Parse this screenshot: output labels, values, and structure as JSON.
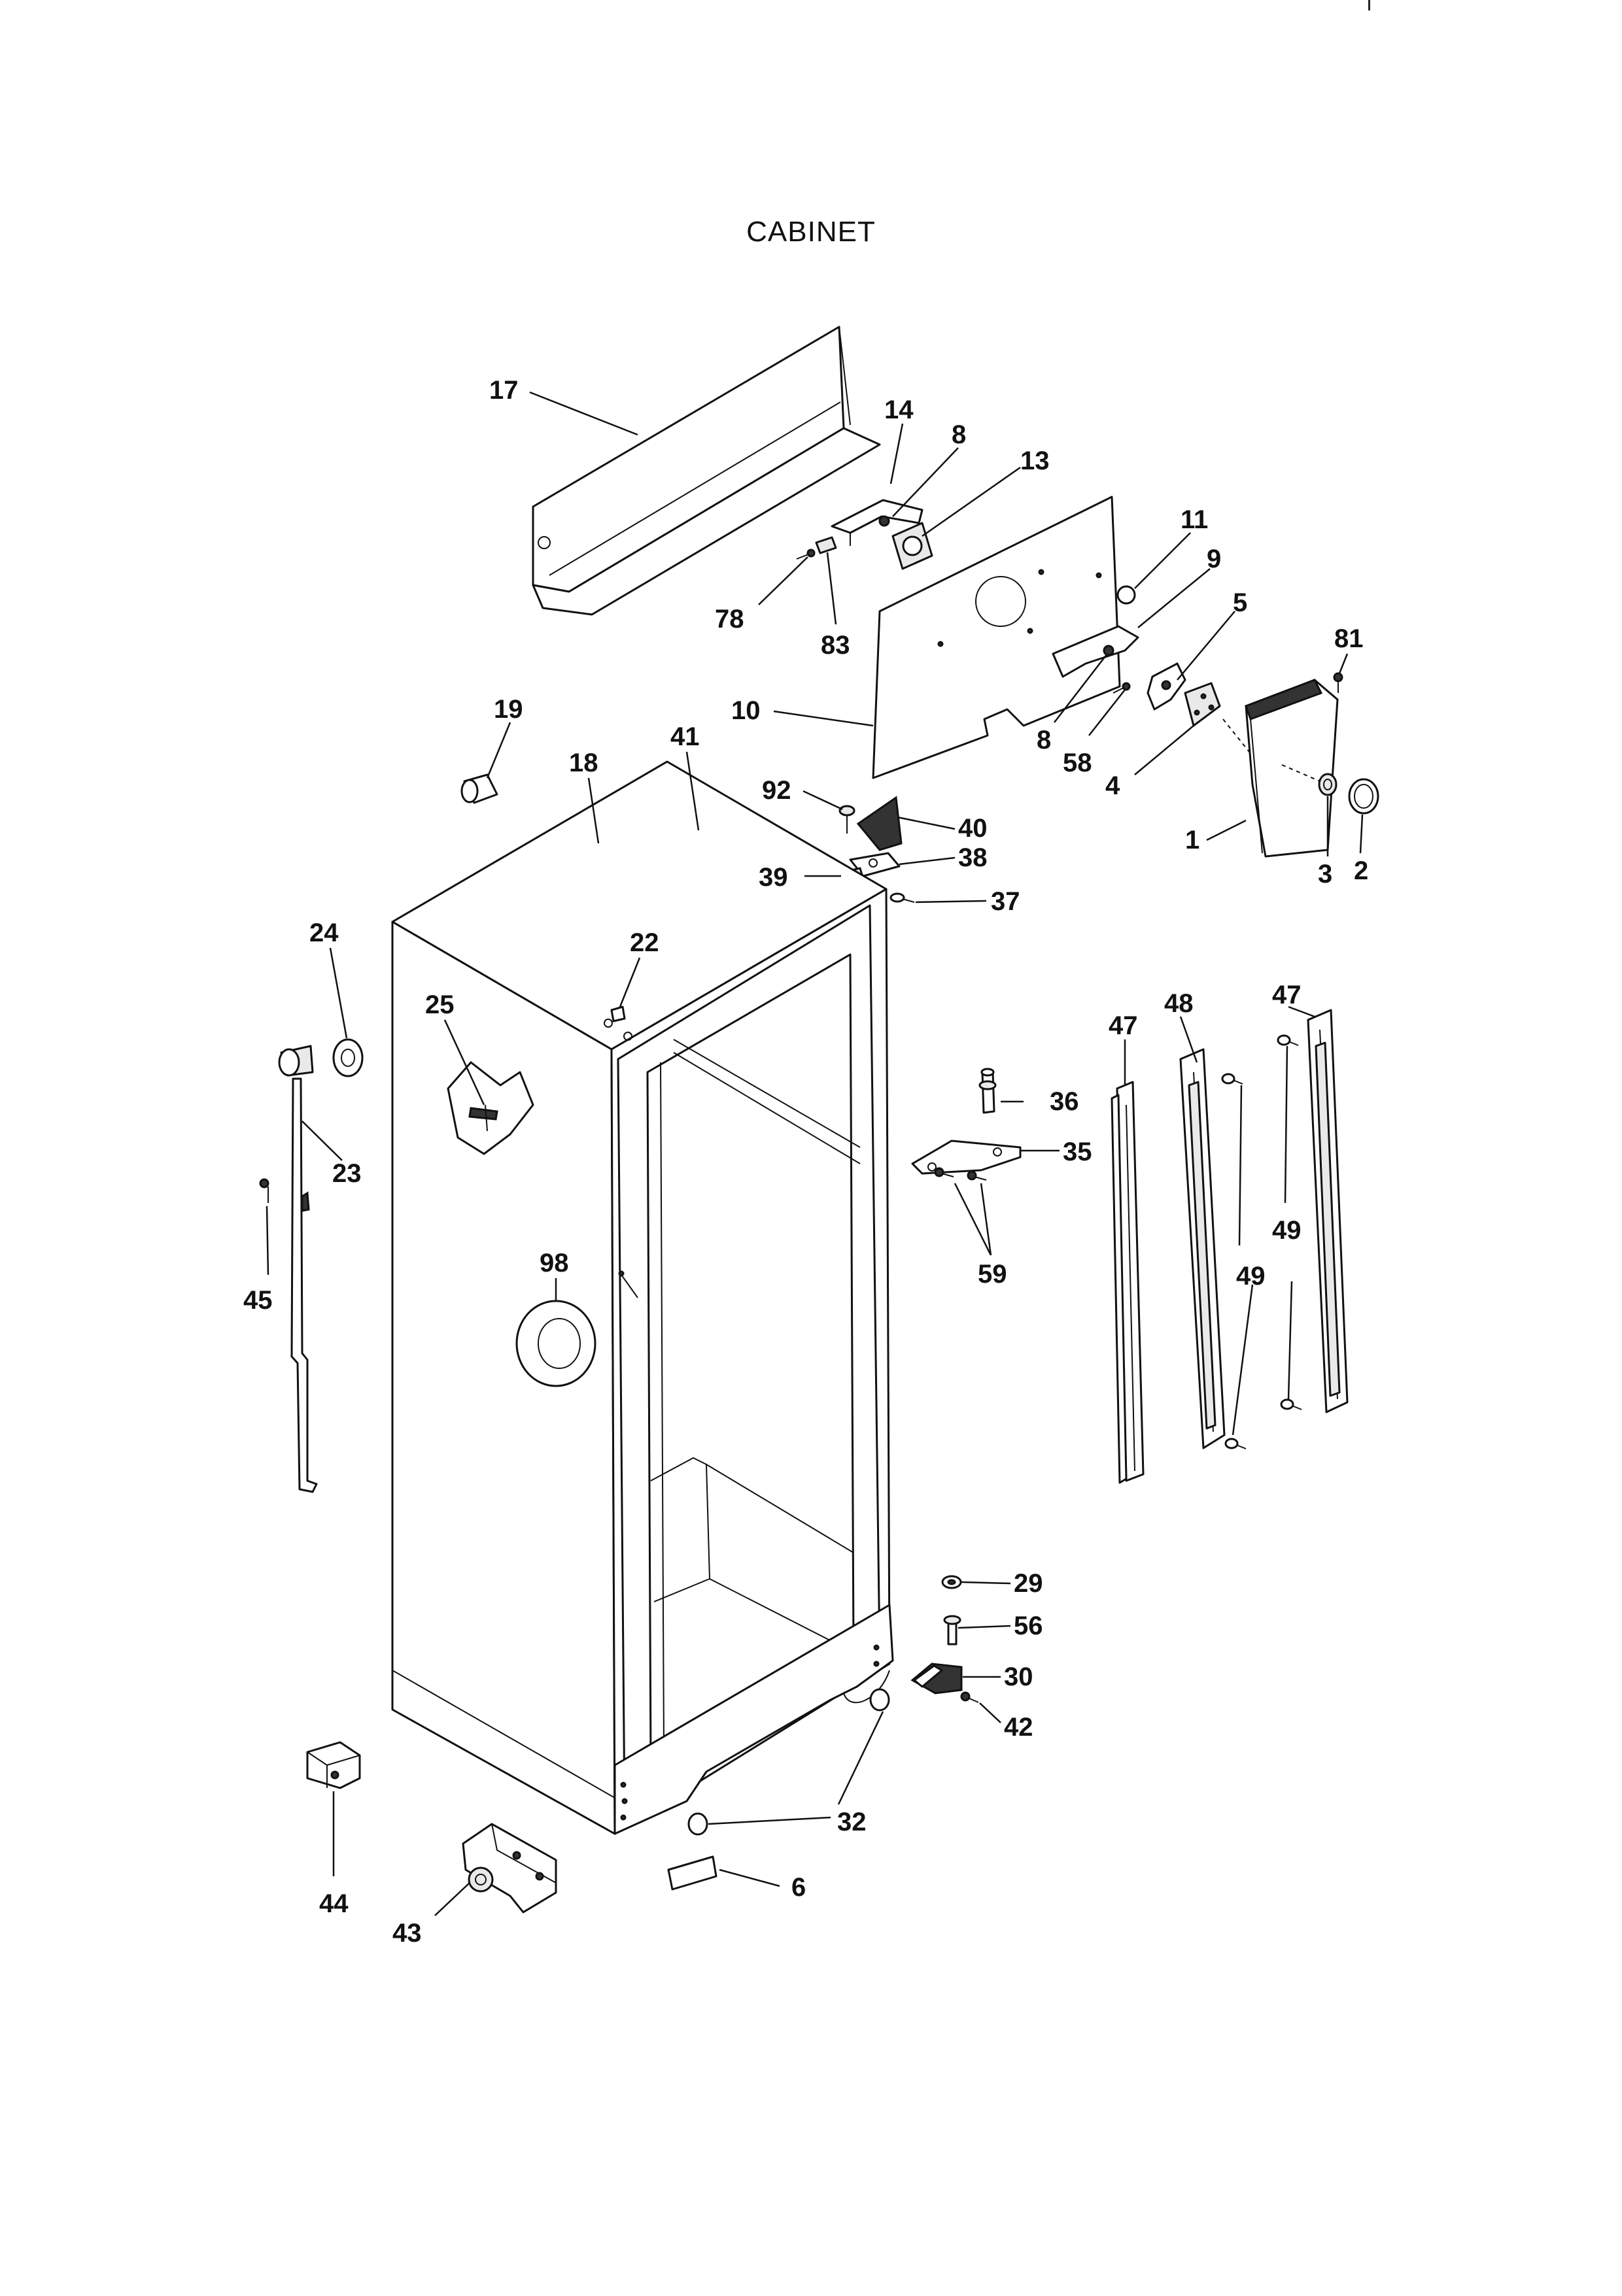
{
  "title": "CABINET",
  "callouts": [
    {
      "id": "c17",
      "label": "17"
    },
    {
      "id": "c14",
      "label": "14"
    },
    {
      "id": "c8a",
      "label": "8"
    },
    {
      "id": "c13",
      "label": "13"
    },
    {
      "id": "c11",
      "label": "11"
    },
    {
      "id": "c9",
      "label": "9"
    },
    {
      "id": "c5",
      "label": "5"
    },
    {
      "id": "c81",
      "label": "81"
    },
    {
      "id": "c78",
      "label": "78"
    },
    {
      "id": "c83",
      "label": "83"
    },
    {
      "id": "c10",
      "label": "10"
    },
    {
      "id": "c8b",
      "label": "8"
    },
    {
      "id": "c58",
      "label": "58"
    },
    {
      "id": "c4",
      "label": "4"
    },
    {
      "id": "c1",
      "label": "1"
    },
    {
      "id": "c3",
      "label": "3"
    },
    {
      "id": "c2",
      "label": "2"
    },
    {
      "id": "c19",
      "label": "19"
    },
    {
      "id": "c18",
      "label": "18"
    },
    {
      "id": "c41",
      "label": "41"
    },
    {
      "id": "c92",
      "label": "92"
    },
    {
      "id": "c40",
      "label": "40"
    },
    {
      "id": "c38",
      "label": "38"
    },
    {
      "id": "c39",
      "label": "39"
    },
    {
      "id": "c37",
      "label": "37"
    },
    {
      "id": "c24",
      "label": "24"
    },
    {
      "id": "c22",
      "label": "22"
    },
    {
      "id": "c25",
      "label": "25"
    },
    {
      "id": "c23",
      "label": "23"
    },
    {
      "id": "c45",
      "label": "45"
    },
    {
      "id": "c98",
      "label": "98"
    },
    {
      "id": "c47a",
      "label": "47"
    },
    {
      "id": "c48",
      "label": "48"
    },
    {
      "id": "c47b",
      "label": "47"
    },
    {
      "id": "c36",
      "label": "36"
    },
    {
      "id": "c35",
      "label": "35"
    },
    {
      "id": "c59",
      "label": "59"
    },
    {
      "id": "c49a",
      "label": "49"
    },
    {
      "id": "c49b",
      "label": "49"
    },
    {
      "id": "c29",
      "label": "29"
    },
    {
      "id": "c56",
      "label": "56"
    },
    {
      "id": "c30",
      "label": "30"
    },
    {
      "id": "c42",
      "label": "42"
    },
    {
      "id": "c32",
      "label": "32"
    },
    {
      "id": "c44",
      "label": "44"
    },
    {
      "id": "c43",
      "label": "43"
    },
    {
      "id": "c6",
      "label": "6"
    }
  ]
}
